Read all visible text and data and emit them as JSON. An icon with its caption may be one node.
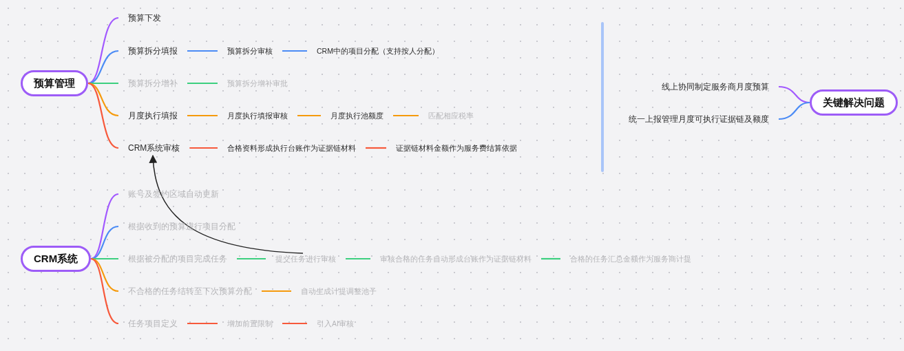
{
  "diagram": {
    "nodes": [
      {
        "text": [
          "预算管理"
        ]
      },
      {
        "text": [
          "预算下发"
        ]
      },
      {
        "text": [
          "预算拆分填报"
        ]
      },
      {
        "text": [
          "预算拆分审核"
        ]
      },
      {
        "text": [
          "CRM中的项目分配（支持按人分配）"
        ]
      },
      {
        "text": [
          "预算拆分增补"
        ]
      },
      {
        "text": [
          "预算拆分增补审批"
        ]
      },
      {
        "text": [
          "月度执行填报"
        ]
      },
      {
        "text": [
          "月度执行填报审核"
        ]
      },
      {
        "text": [
          "月度执行池额度"
        ]
      },
      {
        "text": [
          "匹配相应税率"
        ]
      },
      {
        "text": [
          "CRM系统审核"
        ]
      },
      {
        "text": [
          "合格资料形成执行台账作为证据链材料"
        ]
      },
      {
        "text": [
          "证据链材料金额作为服务费结算依据"
        ]
      },
      {
        "text": [
          "CRM系统"
        ]
      },
      {
        "text": [
          "账号及签约区域自动更新"
        ]
      },
      {
        "text": [
          "根据收到的预算进行项目分配"
        ]
      },
      {
        "text": [
          "根据被分配的项目完成任务"
        ]
      },
      {
        "text": [
          "提交任务进行审核"
        ]
      },
      {
        "text": [
          "审核合格的任务自动形成台账作为证据链材料"
        ]
      },
      {
        "text": [
          "合格的任务汇总金额作为服务商计提"
        ]
      },
      {
        "text": [
          "不合格的任务结转至下次预算分配"
        ]
      },
      {
        "text": [
          "自动生成计提调整池子"
        ]
      },
      {
        "text": [
          "任务项目定义"
        ]
      },
      {
        "text": [
          "增加前置限制"
        ]
      },
      {
        "text": [
          "引入AI审核"
        ]
      },
      {
        "text": [
          "关键解决问题"
        ]
      },
      {
        "text": [
          "线上协同制定服务商月度预算"
        ]
      },
      {
        "text": [
          "统一上报管理月度可执行证据链及额度"
        ]
      }
    ],
    "edges": [
      {
        "from": 0,
        "to": 1,
        "arrow": "none",
        "color": "#a259ff"
      },
      {
        "from": 0,
        "to": 2,
        "arrow": "none",
        "color": "#4b8bf5"
      },
      {
        "from": 0,
        "to": 5,
        "arrow": "none",
        "color": "#3ccf7f"
      },
      {
        "from": 0,
        "to": 7,
        "arrow": "none",
        "color": "#f59a0c"
      },
      {
        "from": 0,
        "to": 11,
        "arrow": "none",
        "color": "#f7593b"
      },
      {
        "from": 2,
        "to": 3,
        "arrow": "none",
        "color": "#4b8bf5"
      },
      {
        "from": 3,
        "to": 4,
        "arrow": "none",
        "color": "#4b8bf5"
      },
      {
        "from": 5,
        "to": 6,
        "arrow": "none",
        "color": "#3ccf7f"
      },
      {
        "from": 7,
        "to": 8,
        "arrow": "none",
        "color": "#f59a0c"
      },
      {
        "from": 8,
        "to": 9,
        "arrow": "none",
        "color": "#f59a0c"
      },
      {
        "from": 9,
        "to": 10,
        "arrow": "none",
        "color": "#f59a0c"
      },
      {
        "from": 11,
        "to": 12,
        "arrow": "none",
        "color": "#f7593b"
      },
      {
        "from": 12,
        "to": 13,
        "arrow": "none",
        "color": "#f7593b"
      },
      {
        "from": 14,
        "to": 15,
        "arrow": "none",
        "color": "#a259ff"
      },
      {
        "from": 14,
        "to": 16,
        "arrow": "none",
        "color": "#4b8bf5"
      },
      {
        "from": 14,
        "to": 17,
        "arrow": "none",
        "color": "#3ccf7f"
      },
      {
        "from": 14,
        "to": 21,
        "arrow": "none",
        "color": "#f59a0c"
      },
      {
        "from": 14,
        "to": 23,
        "arrow": "none",
        "color": "#f7593b"
      },
      {
        "from": 17,
        "to": 18,
        "arrow": "none",
        "color": "#3ccf7f"
      },
      {
        "from": 18,
        "to": 19,
        "arrow": "none",
        "color": "#3ccf7f"
      },
      {
        "from": 19,
        "to": 20,
        "arrow": "none",
        "color": "#3ccf7f"
      },
      {
        "from": 21,
        "to": 22,
        "arrow": "none",
        "color": "#f59a0c"
      },
      {
        "from": 23,
        "to": 24,
        "arrow": "none",
        "color": "#f7593b"
      },
      {
        "from": 24,
        "to": 25,
        "arrow": "none",
        "color": "#f7593b"
      },
      {
        "from": 26,
        "to": 27,
        "arrow": "none",
        "color": "#a259ff"
      },
      {
        "from": 26,
        "to": 28,
        "arrow": "none",
        "color": "#4b8bf5"
      },
      {
        "from": 18,
        "to": 11,
        "arrow": "to",
        "color": "#222222"
      }
    ]
  }
}
